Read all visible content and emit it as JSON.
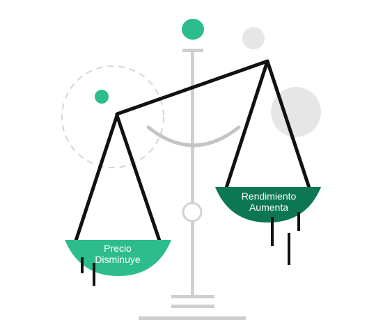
{
  "colors": {
    "accent_light": "#2dbd8c",
    "accent_dark": "#0c7752",
    "beam": "#111111",
    "stand": "#cfcfcf",
    "decor_gray": "#e6e6e6",
    "label_text": "#ffffff"
  },
  "pans": {
    "left": {
      "line1": "Precio",
      "line2": "Disminuye"
    },
    "right": {
      "line1": "Rendimiento",
      "line2": "Aumenta"
    }
  }
}
